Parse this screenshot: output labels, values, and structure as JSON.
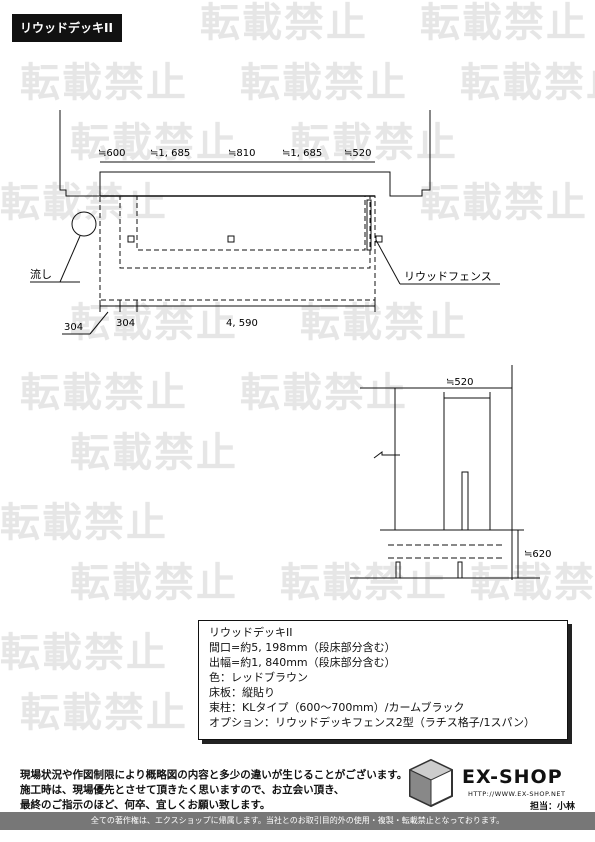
{
  "header": {
    "title": "リウッドデッキII"
  },
  "watermark": {
    "text": "転載禁止"
  },
  "plan": {
    "dims_top": [
      "≒600",
      "≒1, 685",
      "≒810",
      "≒1, 685",
      "≒520"
    ],
    "dims_bottom": [
      "304",
      "304",
      "4, 590"
    ],
    "label_sink": "流し",
    "label_fence": "リウッドフェンス"
  },
  "elevation": {
    "dim_top": "≒520",
    "dim_side": "≒620"
  },
  "spec": {
    "lines": [
      "リウッドデッキII",
      "間口=約5, 198mm（段床部分含む）",
      "出幅=約1, 840mm（段床部分含む）",
      "色：レッドブラウン",
      "床板：縦貼り",
      "束柱：KLタイプ（600～700mm）/カームブラック",
      "オプション：リウッドデッキフェンス2型（ラチス格子/1スパン）"
    ]
  },
  "notes": {
    "lines": [
      "現場状況や作図制限により概略図の内容と多少の違いが生じることがございます。",
      "施工時は、現場優先とさせて頂きたく思いますので、お立会い頂き、",
      "最終のご指示のほど、何卒、宜しくお願い致します。"
    ]
  },
  "brand": {
    "logo": "EX-SHOP",
    "url": "HTTP://WWW.EX-SHOP.NET",
    "staff": "担当：小林"
  },
  "footer": {
    "text": "全ての著作権は、エクスショップに帰属します。当社とのお取引目的外の使用・複製・転載禁止となっております。"
  }
}
